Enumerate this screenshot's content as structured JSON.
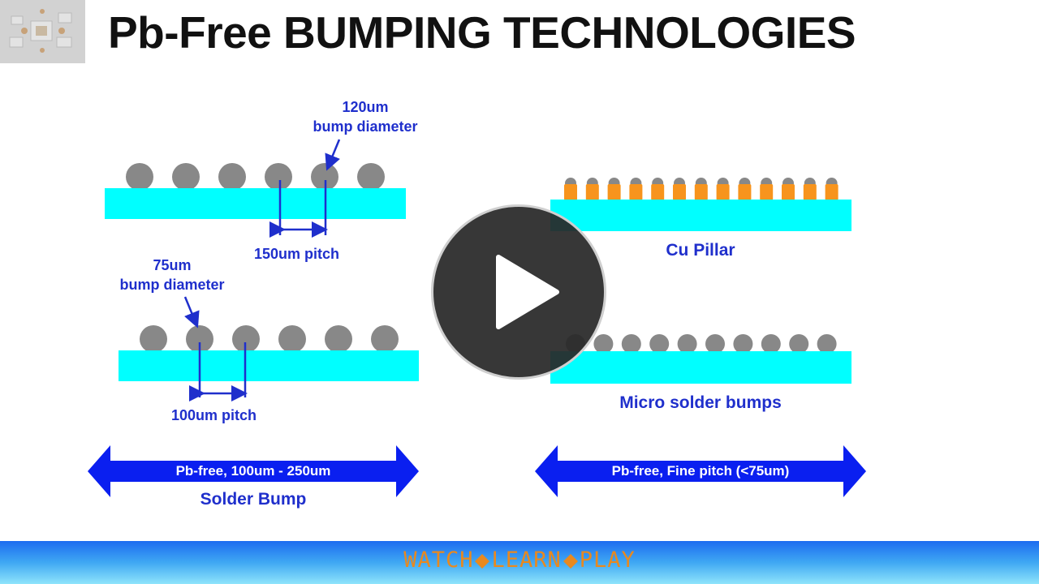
{
  "slide": {
    "title": "Pb-Free BUMPING TECHNOLOGIES"
  },
  "left": {
    "top_diagram": {
      "diameter_line1": "120um",
      "diameter_line2": "bump diameter",
      "pitch": "150um pitch"
    },
    "bottom_diagram": {
      "diameter_line1": "75um",
      "diameter_line2": "bump diameter",
      "pitch": "100um pitch"
    },
    "arrow_text": "Pb-free, 100um - 250um",
    "caption": "Solder Bump"
  },
  "right": {
    "top_caption": "Cu Pillar",
    "bottom_caption": "Micro solder bumps",
    "arrow_text": "Pb-free, Fine pitch (<75um)"
  },
  "footer": {
    "word1": "WATCH",
    "word2": "LEARN",
    "word3": "PLAY"
  },
  "colors": {
    "substrate": "#00ffff",
    "bump": "#888888",
    "pillar": "#f7941d",
    "label": "#1f2fcc",
    "arrow": "#0a1ff0"
  },
  "icons": {
    "play": "play-icon",
    "logo": "chip-logo-icon",
    "separator": "diamond-icon"
  }
}
